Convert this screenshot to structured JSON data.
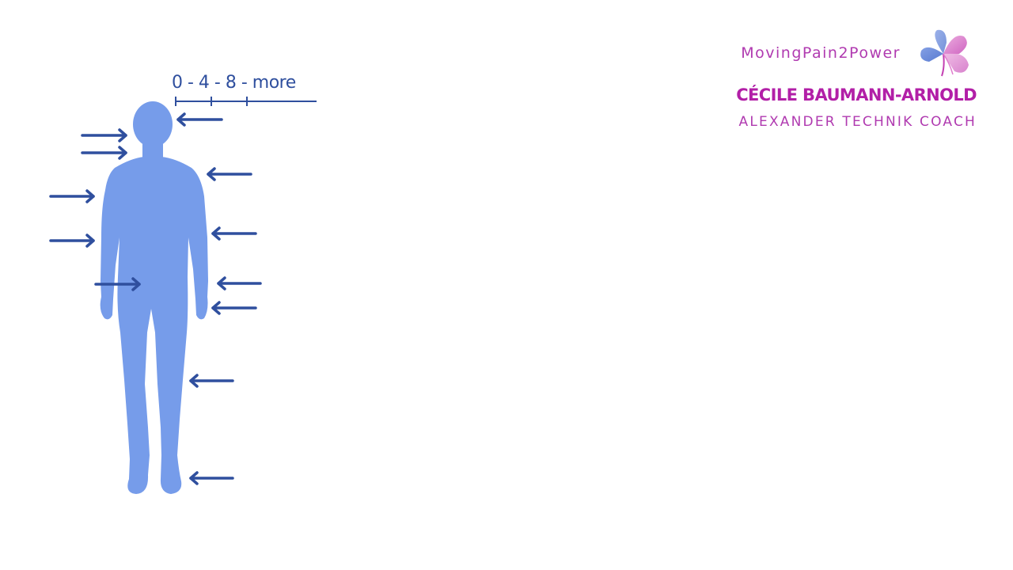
{
  "scale": {
    "label": "0 - 4 - 8 - more"
  },
  "brand": {
    "tagline": "MovingPain2Power",
    "name": "CÉCILE BAUMANN-ARNOLD",
    "subtitle": "ALEXANDER TECHNIK COACH",
    "logo_icon": "fan-swirl-logo-icon"
  },
  "colors": {
    "body": "#769cea",
    "arrow": "#2f4f9e",
    "brand_magenta": "#b21fa7",
    "brand_light": "#b03ab0"
  }
}
